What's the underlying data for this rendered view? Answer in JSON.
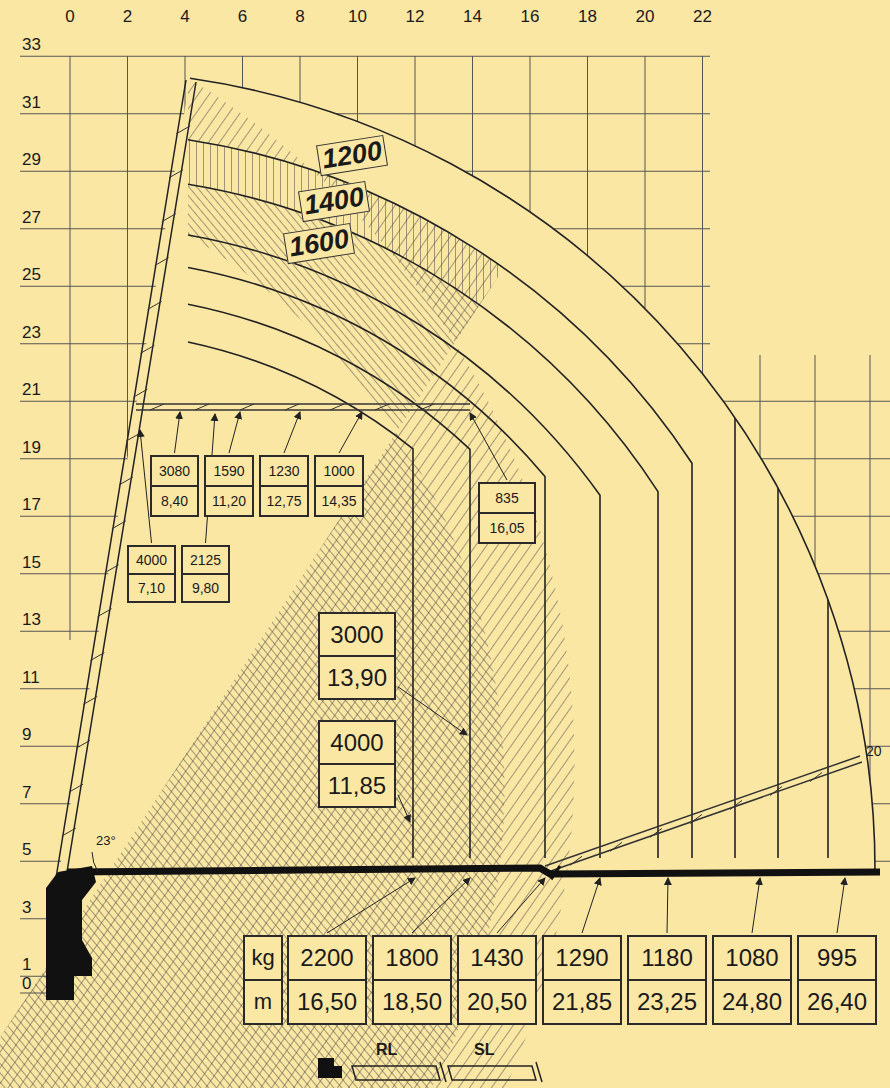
{
  "diagram": {
    "nodes": [
      {
        "text": [
          "3080",
          "8,40"
        ]
      },
      {
        "text": [
          "1590",
          "11,20"
        ]
      },
      {
        "text": [
          "1230",
          "12,75"
        ]
      },
      {
        "text": [
          "1000",
          "14,35"
        ]
      },
      {
        "text": [
          "835",
          "16,05"
        ]
      },
      {
        "text": [
          "4000",
          "7,10"
        ]
      },
      {
        "text": [
          "2125",
          "9,80"
        ]
      },
      {
        "text": [
          "3000",
          "13,90"
        ]
      },
      {
        "text": [
          "4000",
          "11,85"
        ]
      },
      {
        "text": [
          "kg",
          "m"
        ]
      },
      {
        "text": [
          "2200",
          "16,50"
        ]
      },
      {
        "text": [
          "1800",
          "18,50"
        ]
      },
      {
        "text": [
          "1430",
          "20,50"
        ]
      },
      {
        "text": [
          "1290",
          "21,85"
        ]
      },
      {
        "text": [
          "1180",
          "23,25"
        ]
      },
      {
        "text": [
          "1080",
          "24,80"
        ]
      },
      {
        "text": [
          "995",
          "26,40"
        ]
      }
    ],
    "labels": [
      "0",
      "2",
      "4",
      "6",
      "8",
      "10",
      "12",
      "14",
      "16",
      "18",
      "20",
      "22",
      "33",
      "31",
      "29",
      "27",
      "25",
      "23",
      "21",
      "19",
      "17",
      "15",
      "13",
      "11",
      "9",
      "7",
      "5",
      "3",
      "1",
      "0",
      "1200",
      "1400",
      "1600",
      "23°",
      "20",
      "RL",
      "SL"
    ]
  }
}
